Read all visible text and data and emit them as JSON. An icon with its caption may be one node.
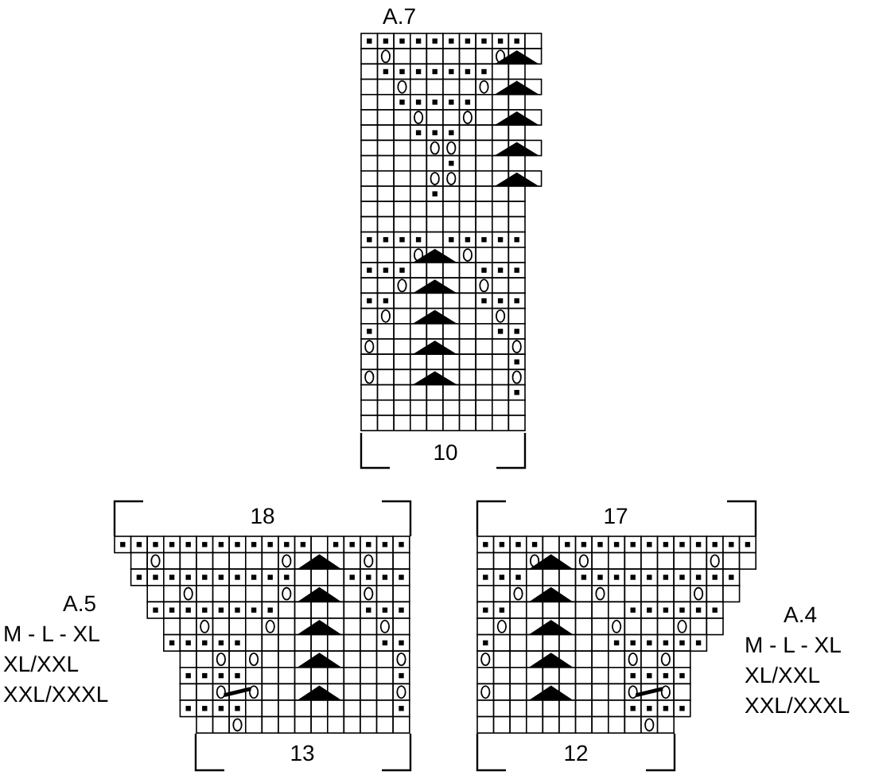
{
  "diagram": {
    "labels": [
      "A.7",
      "10",
      "18",
      "A.5",
      "M - L - XL",
      "XL/XXL",
      "XXL/XXXL",
      "13",
      "17",
      "12",
      "A.4",
      "M - L - XL",
      "XL/XXL",
      "XXL/XXXL"
    ]
  }
}
